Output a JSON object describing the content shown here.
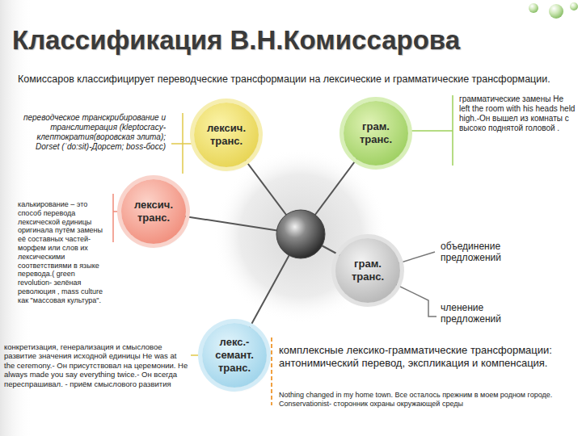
{
  "diagram": {
    "title": "Классификация В.Н.Комиссарова",
    "nodes": [
      {
        "text": [
          "лексич. транс."
        ]
      },
      {
        "text": [
          "грам. транс."
        ]
      },
      {
        "text": [
          "лексич. транс."
        ]
      },
      {
        "text": [
          "грам. транс."
        ]
      },
      {
        "text": [
          "лекс.-семант. транс."
        ]
      }
    ],
    "labels": [
      "Комиссаров классифицирует переводческие трансформации на лексические и грамматические трансформации.",
      "переводческое транскрибирование и транслитерация (kleptocracy-клептократия(воровская элита); Dorset (ˈdo:sit)-Дорсет; boss-босс)",
      "грамматические замены He left the room with his heads held high.-Он вышел из комнаты с высоко поднятой головой .",
      "калькирование – это способ перевода лексической единицы оригинала путём замены её составных частей- морфем или слов их лексическими соответствиями в языке перевода.( green revolution- зелёная революция , mass culture как \"массовая культура\".",
      "объединение предложений",
      "членение предложений",
      "конкретизация, генерализация и смысловое развитие значения исходной единицы He was at the ceremony.- Он присутствовал на церемонии. He always made you say everything twice.- Он всегда переспрашивал. - приём смыслового развития",
      "комплексные лексико-грамматические трансформации: антонимический перевод, экспликация и компенсация.",
      "Nothing changed in my home town. Все осталось прежним в моем родном городе. Conservationist- сторонник охраны окружающей среды"
    ]
  }
}
